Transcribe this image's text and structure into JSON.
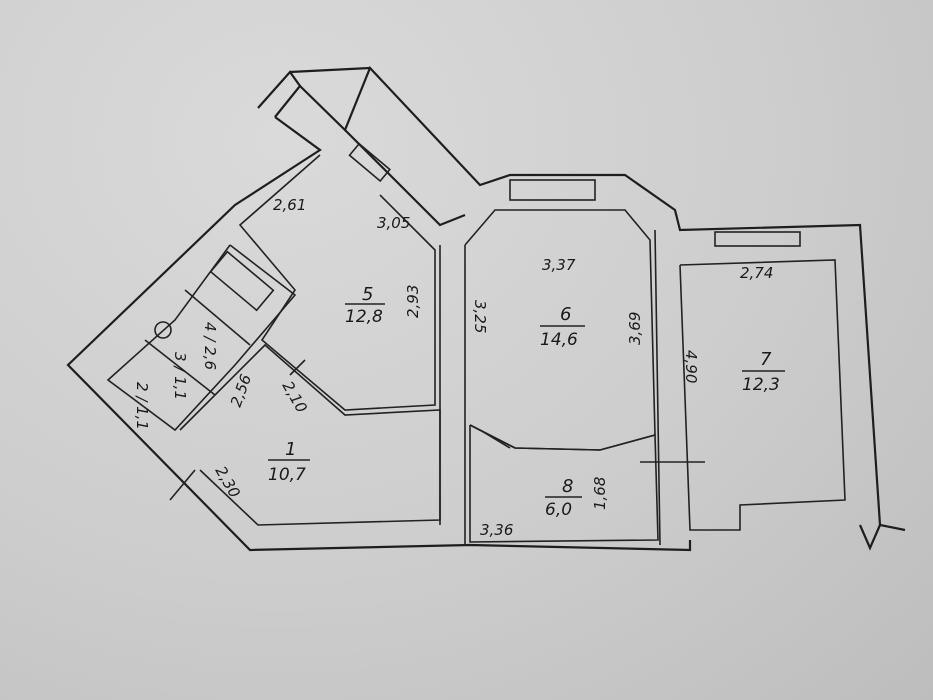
{
  "rooms": [
    {
      "id": "1",
      "number": "1",
      "area": "10,7"
    },
    {
      "id": "2",
      "number": "2",
      "area": "1,1"
    },
    {
      "id": "3",
      "number": "3",
      "area": "1,1"
    },
    {
      "id": "4",
      "number": "4",
      "area": "2,6"
    },
    {
      "id": "5",
      "number": "5",
      "area": "12,8"
    },
    {
      "id": "6",
      "number": "6",
      "area": "14,6"
    },
    {
      "id": "7",
      "number": "7",
      "area": "12,3"
    },
    {
      "id": "8",
      "number": "8",
      "area": "6,0"
    }
  ],
  "dimensions": {
    "d261": "2,61",
    "d305": "3,05",
    "d293": "2,93",
    "d256": "2,56",
    "d210": "2,10",
    "d230": "2,30",
    "d337": "3,37",
    "d325": "3,25",
    "d369": "3,69",
    "d336": "3,36",
    "d168": "1,68",
    "d274": "2,74",
    "d490": "4,90"
  }
}
